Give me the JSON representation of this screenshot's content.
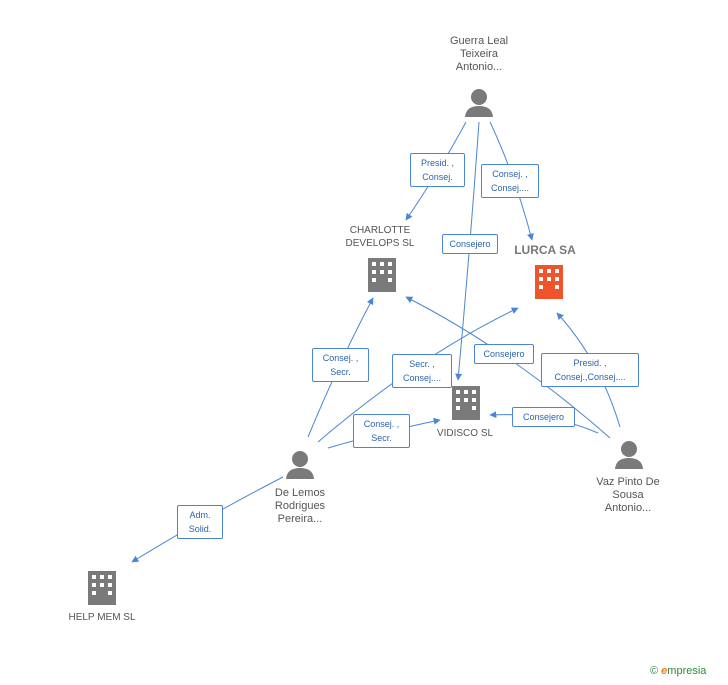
{
  "nodes": {
    "guerra": {
      "label": [
        "Guerra Leal",
        "Teixeira",
        "Antonio..."
      ]
    },
    "charlotte": {
      "label": [
        "CHARLOTTE",
        "DEVELOPS SL"
      ]
    },
    "lurca": {
      "label": [
        "LURCA SA"
      ]
    },
    "vidisco": {
      "label": [
        "VIDISCO SL"
      ]
    },
    "lemos": {
      "label": [
        "De Lemos",
        "Rodrigues",
        "Pereira..."
      ]
    },
    "vaz": {
      "label": [
        "Vaz Pinto De",
        "Sousa",
        "Antonio..."
      ]
    },
    "helpmem": {
      "label": [
        "HELP MEM SL"
      ]
    }
  },
  "edge_labels": {
    "guerra_charlotte": [
      "Presid. ,",
      "Consej."
    ],
    "guerra_lurca": [
      "Consej. ,",
      "Consej...."
    ],
    "guerra_vidisco": [
      "Consejero"
    ],
    "lemos_charlotte": [
      "Consej. ,",
      "Secr."
    ],
    "lemos_lurca": [
      "Secr. ,",
      "Consej...."
    ],
    "lemos_vidisco": [
      "Consej. ,",
      "Secr."
    ],
    "vaz_charlotte": [
      "Consejero"
    ],
    "vaz_lurca": [
      "Presid. ,",
      "Consej.,Consej...."
    ],
    "vaz_vidisco": [
      "Consejero"
    ],
    "lemos_helpmem": [
      "Adm.",
      "Solid."
    ]
  },
  "footer": {
    "copyright": "©",
    "brand_initial": "e",
    "brand_rest": "mpresia"
  },
  "colors": {
    "edge": "#4a86d4",
    "person": "#7a7a7a",
    "company": "#7a7a7a",
    "highlight": "#f0542a"
  }
}
